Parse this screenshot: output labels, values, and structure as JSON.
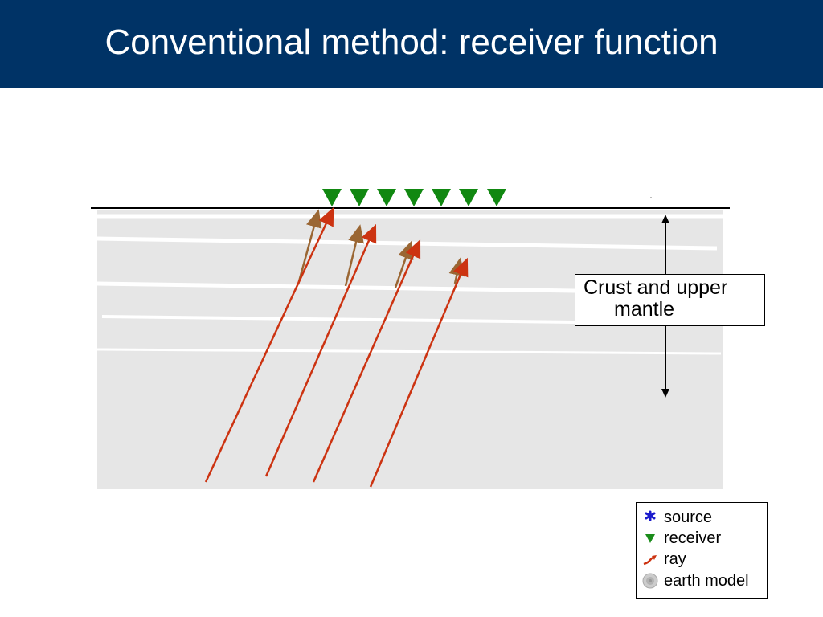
{
  "title": "Conventional method: receiver function",
  "annotation": {
    "line1": "Crust and upper",
    "line2": "mantle"
  },
  "legend": {
    "items": [
      {
        "label": "source",
        "icon": "asterisk-icon",
        "color": "#1a1acc"
      },
      {
        "label": "receiver",
        "icon": "inverted-triangle-icon",
        "color": "#1a8c1a"
      },
      {
        "label": "ray",
        "icon": "curved-arrow-icon",
        "color": "#cc3311"
      },
      {
        "label": "earth model",
        "icon": "globe-icon",
        "color": "#999999"
      }
    ]
  },
  "colors": {
    "title_bar": "#003366",
    "receiver": "#118811",
    "ray_p": "#cc3311",
    "ray_converted": "#9a6633",
    "earth_model": "#e6e6e6",
    "layer_boundary": "#ffffff"
  },
  "diagram": {
    "receiver_count": 7,
    "ray_pair_count": 4
  }
}
